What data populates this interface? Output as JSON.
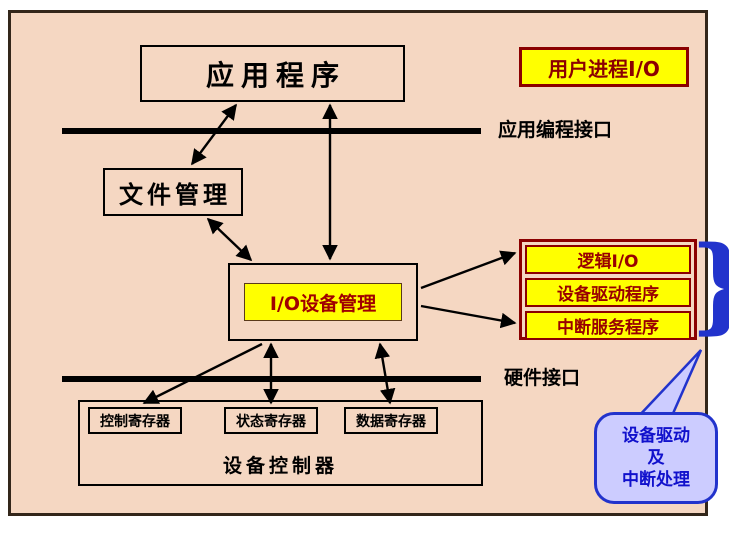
{
  "diagram": {
    "app_box": "应用程序",
    "user_process_io": "用户进程I/O",
    "api_line_label": "应用编程接口",
    "file_mgmt": "文件管理",
    "io_mgmt": "I/O设备管理",
    "right_stack": [
      "逻辑I/O",
      "设备驱动程序",
      "中断服务程序"
    ],
    "brace": "}",
    "hw_line_label": "硬件接口",
    "registers": [
      "控制寄存器",
      "状态寄存器",
      "数据寄存器"
    ],
    "device_controller": "设备控制器",
    "callout": {
      "lines": [
        "设备驱动",
        "及",
        "中断处理"
      ]
    },
    "colors": {
      "background": "#f5d7c2",
      "highlight_yellow": "#ffff00",
      "accent_dark_red": "#990000",
      "accent_blue": "#2233cc",
      "bubble_fill": "#ccccff"
    }
  }
}
